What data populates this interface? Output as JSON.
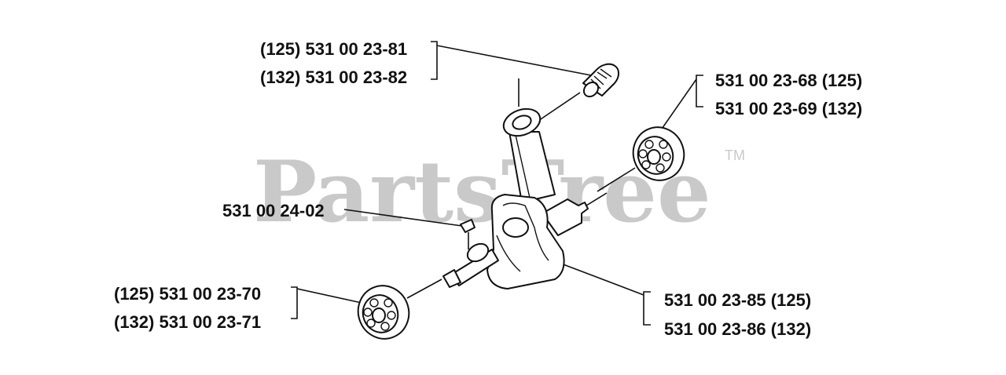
{
  "watermark": {
    "text": "PartsTree",
    "trademark": "TM"
  },
  "labels": {
    "wrist_pin_bearing_125": "(125) 531 00 23-81",
    "wrist_pin_bearing_132": "(132) 531 00 23-82",
    "bearing_right_125": "531 00 23-68 (125)",
    "bearing_right_132": "531 00 23-69 (132)",
    "key": "531 00 24-02",
    "bearing_left_125": "(125) 531 00 23-70",
    "bearing_left_132": "(132) 531 00 23-71",
    "crankshaft_125": "531 00 23-85 (125)",
    "crankshaft_132": "531 00 23-86 (132)"
  }
}
